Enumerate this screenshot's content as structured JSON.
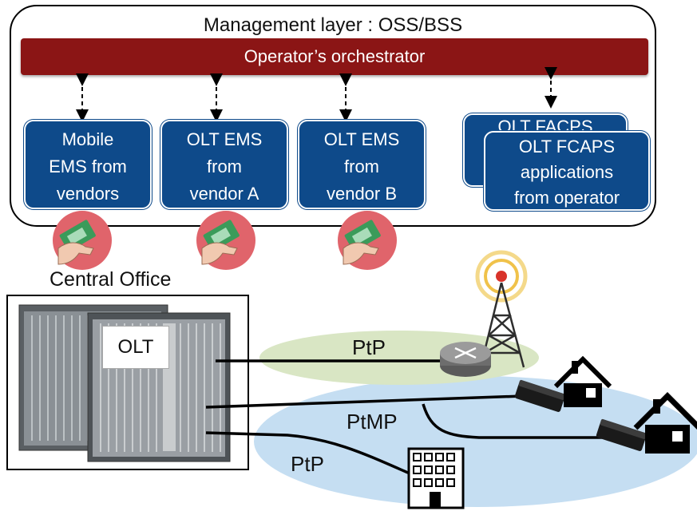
{
  "management": {
    "title": "Management layer : OSS/BSS"
  },
  "orchestrator": {
    "label": "Operator’s orchestrator"
  },
  "ems_boxes": [
    {
      "lines": [
        "Mobile",
        "EMS from",
        "vendors"
      ]
    },
    {
      "lines": [
        "OLT EMS",
        "from",
        "vendor A"
      ]
    },
    {
      "lines": [
        "OLT EMS",
        "from",
        "vendor B"
      ]
    }
  ],
  "fcaps": {
    "back_label": "OLT FACPS",
    "front_lines": [
      "OLT FCAPS",
      "applications",
      "from operator"
    ]
  },
  "central_office": {
    "label": "Central Office",
    "olt_label": "OLT"
  },
  "links": {
    "ptp_top": "PtP",
    "ptmp": "PtMP",
    "ptp_bottom": "PtP"
  },
  "colors": {
    "orchestrator": "#8b1515",
    "ems": "#0e4a8a",
    "ptp_zone": "#d9e6c4",
    "ptmp_zone": "#c5def2",
    "money_circle": "#e0646b"
  }
}
